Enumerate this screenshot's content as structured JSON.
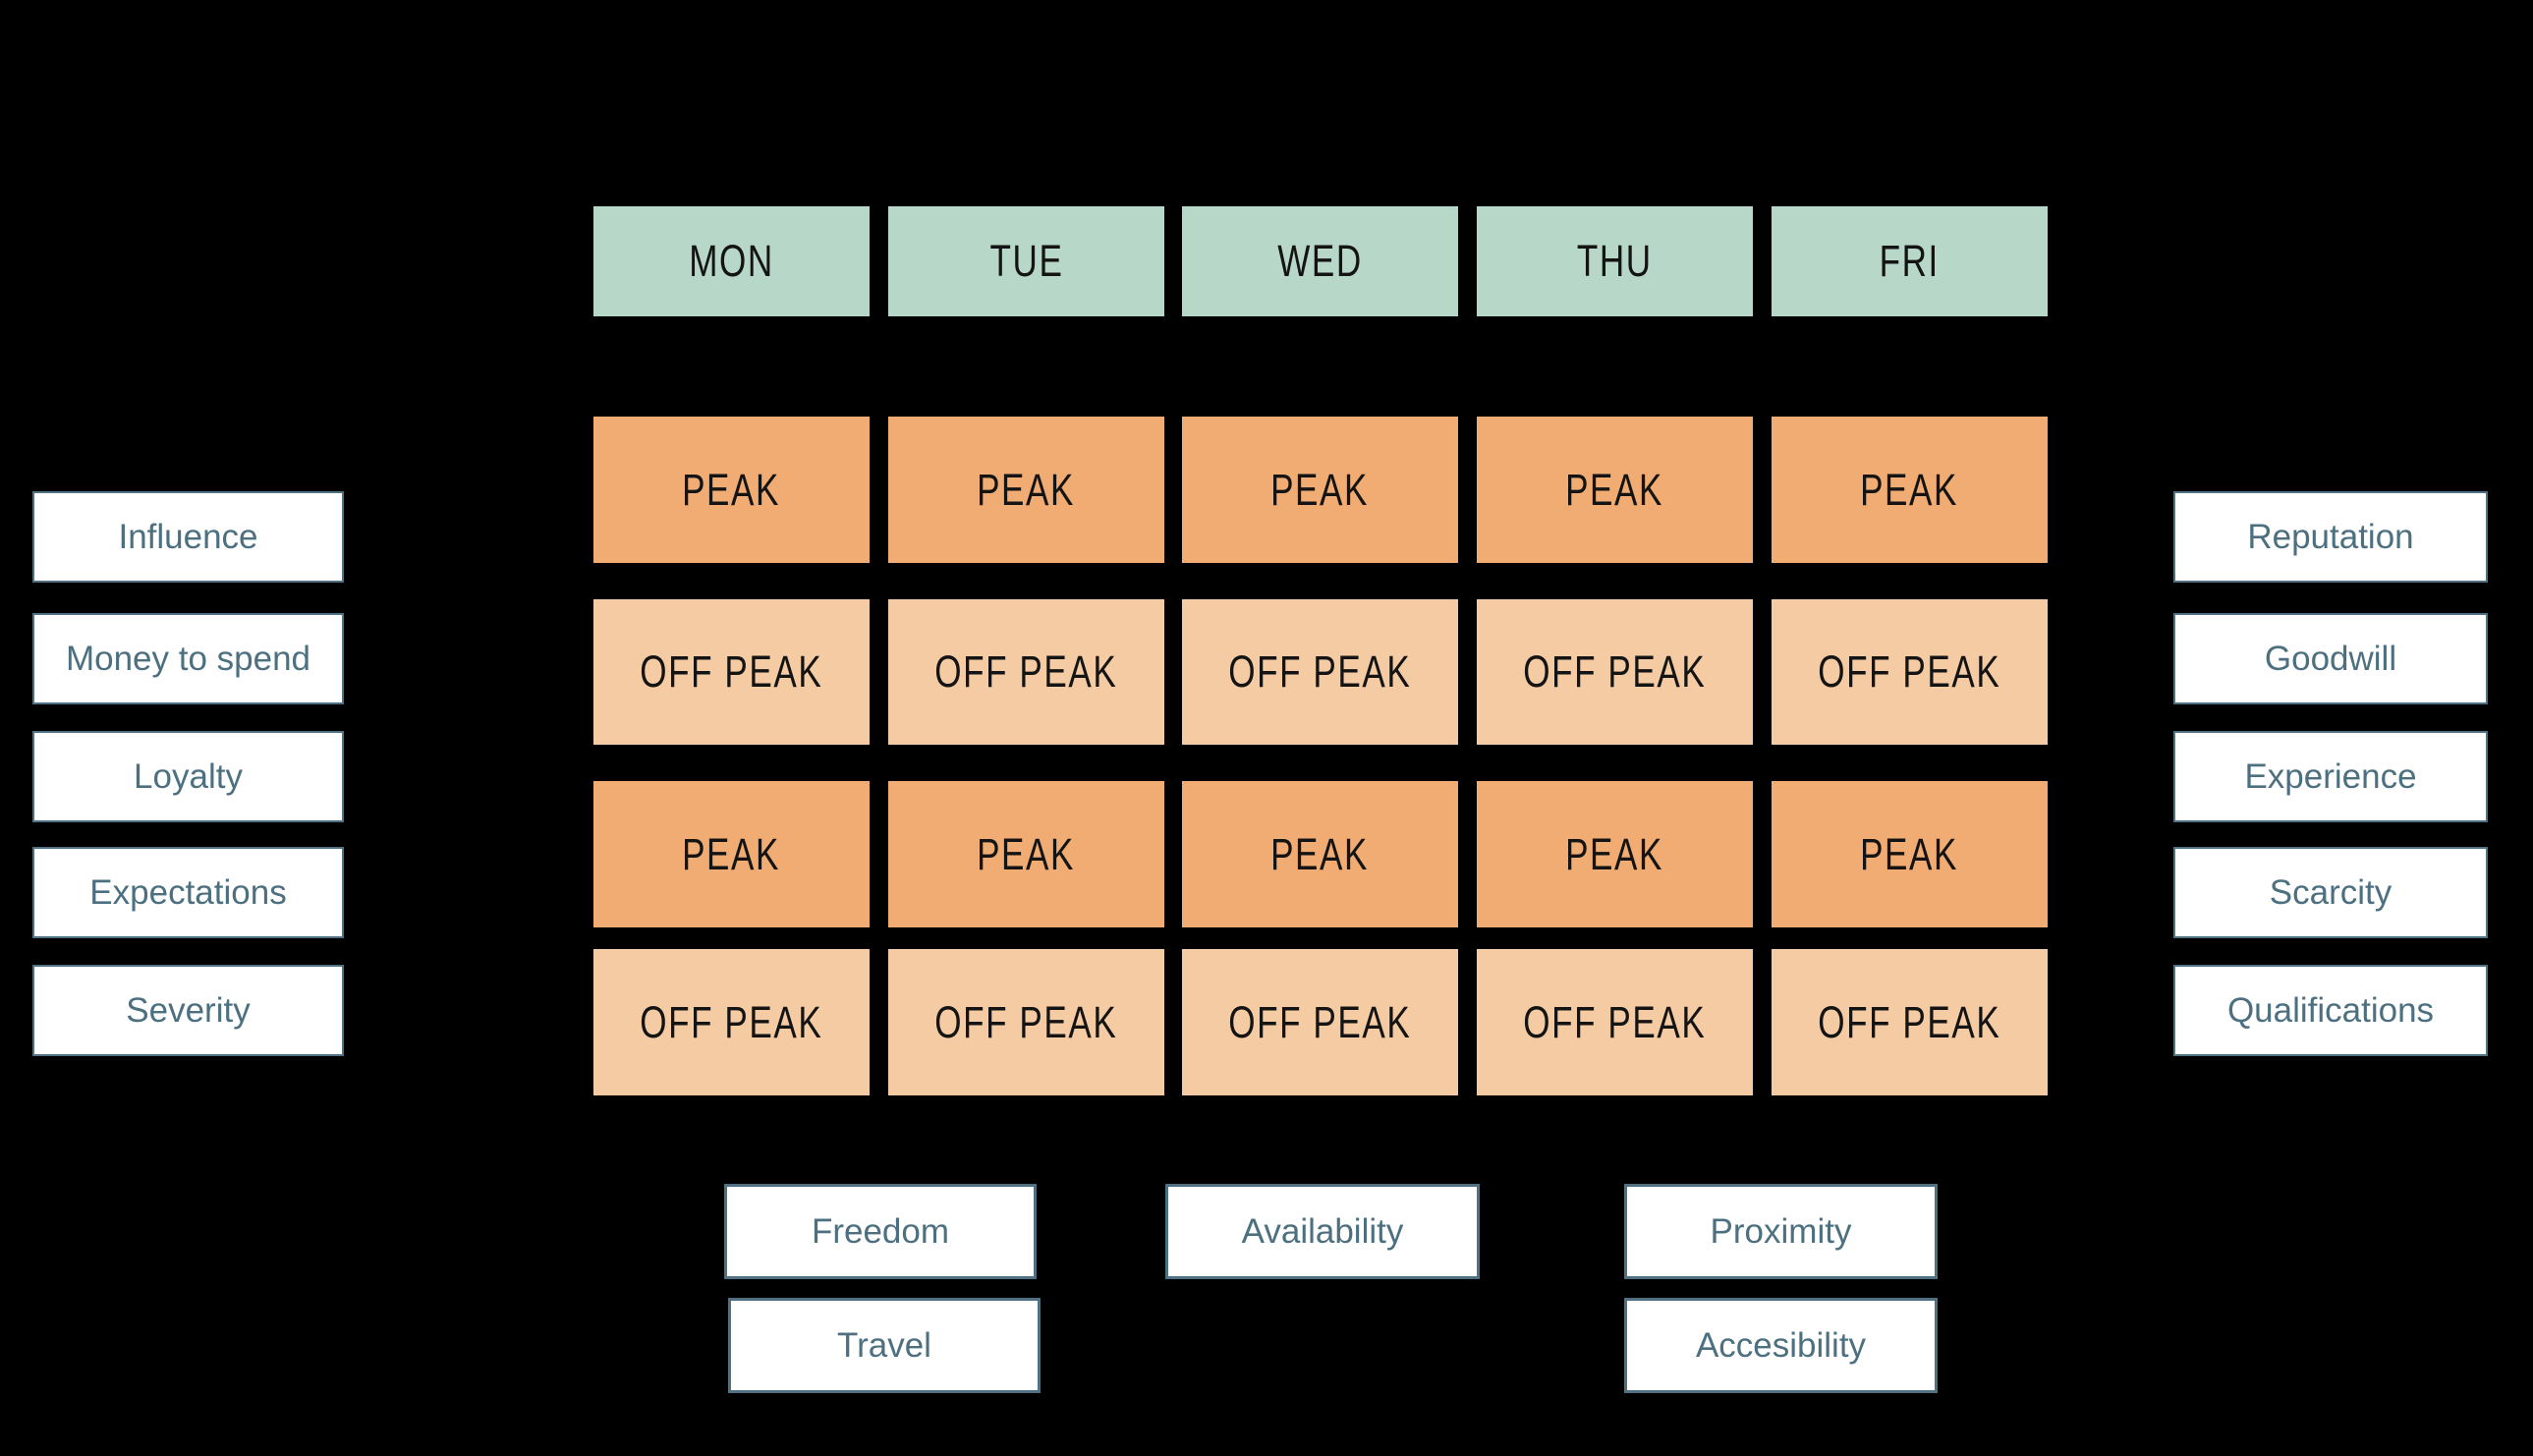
{
  "grid": {
    "day_headers": [
      "MON",
      "TUE",
      "WED",
      "THU",
      "FRI"
    ],
    "rows": [
      {
        "variant": "peak",
        "cells": [
          "PEAK",
          "PEAK",
          "PEAK",
          "PEAK",
          "PEAK"
        ]
      },
      {
        "variant": "offpeak",
        "cells": [
          "OFF PEAK",
          "OFF PEAK",
          "OFF PEAK",
          "OFF PEAK",
          "OFF PEAK"
        ]
      },
      {
        "variant": "peak",
        "cells": [
          "PEAK",
          "PEAK",
          "PEAK",
          "PEAK",
          "PEAK"
        ]
      },
      {
        "variant": "offpeak",
        "cells": [
          "OFF PEAK",
          "OFF PEAK",
          "OFF PEAK",
          "OFF PEAK",
          "OFF PEAK"
        ]
      }
    ]
  },
  "left_factors": [
    "Influence",
    "Money to spend",
    "Loyalty",
    "Expectations",
    "Severity"
  ],
  "right_factors": [
    "Reputation",
    "Goodwill",
    "Experience",
    "Scarcity",
    "Qualifications"
  ],
  "bottom_factors": {
    "column1": [
      "Freedom",
      "Travel"
    ],
    "column2": [
      "Availability"
    ],
    "column3": [
      "Proximity",
      "Accesibility"
    ]
  },
  "colors": {
    "background": "#000000",
    "day_header_fill": "#b7d7c8",
    "peak_fill": "#f0ac72",
    "off_peak_fill": "#f5cba3",
    "factor_fill": "#ffffff",
    "factor_border": "#4e7183",
    "factor_text": "#4d7080",
    "cell_text": "#141414"
  }
}
